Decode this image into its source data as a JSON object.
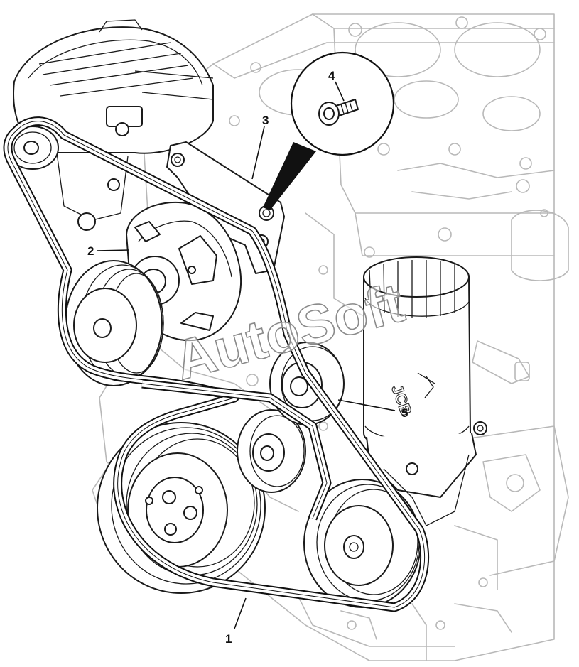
{
  "diagram": {
    "callouts": [
      {
        "id": "1",
        "label": "1"
      },
      {
        "id": "2",
        "label": "2"
      },
      {
        "id": "3",
        "label": "3"
      },
      {
        "id": "4",
        "label": "4"
      },
      {
        "id": "5",
        "label": "5"
      }
    ],
    "watermark": "AutoSoft",
    "filter_brand": "JCB",
    "colors": {
      "line": "#1a1a1a",
      "background_line": "#b8b8b8",
      "paper": "#ffffff"
    }
  }
}
